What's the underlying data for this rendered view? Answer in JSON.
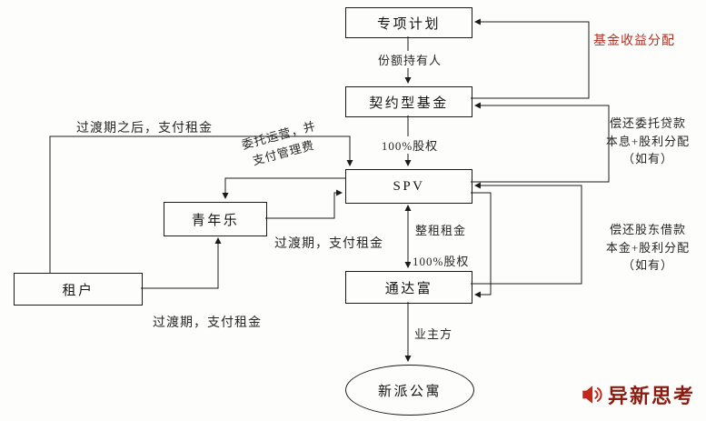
{
  "nodes": {
    "special_plan": "专项计划",
    "contract_fund": "契约型基金",
    "spv": "SPV",
    "qingnianle": "青年乐",
    "tenant": "租户",
    "tongdafu": "通达富",
    "xinpai_apartment": "新派公寓"
  },
  "edges": {
    "share_holders": "份额持有人",
    "equity_100_upper": "100%股权",
    "whole_lease_rent": "整租租金",
    "equity_100_lower": "100%股权",
    "owner_side": "业主方",
    "fund_income_distribution": "基金收益分配",
    "repay_entrusted_loan": [
      "偿还委托贷款",
      "本息+股利分配",
      "（如有）"
    ],
    "repay_shareholder_loan": [
      "偿还股东借款",
      "本金+股利分配",
      "（如有）"
    ],
    "after_transition_pay_rent": "过渡期之后，支付租金",
    "entrusted_operation": [
      "委托运营，并",
      "支付管理费"
    ],
    "transition_pay_rent_to_spv": "过渡期，支付租金",
    "transition_pay_rent_to_qnl": "过渡期，支付租金"
  },
  "watermark": {
    "text": "异新思考",
    "icon": "megaphone-icon"
  },
  "colors": {
    "line": "#1a1a1a",
    "fund_income_label": "#b03024",
    "watermark_text": "#8b1c12",
    "watermark_icon": "#c3271a"
  }
}
